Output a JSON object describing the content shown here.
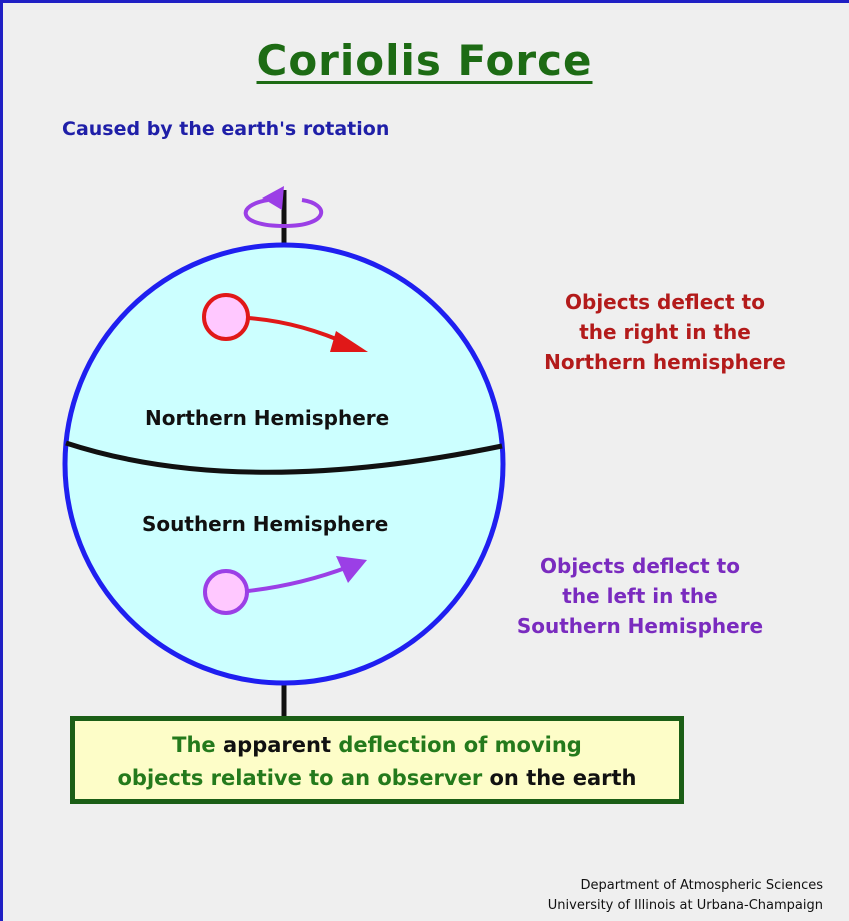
{
  "title": "Coriolis Force",
  "subtitle": "Caused by the earth's rotation",
  "hemispheres": {
    "north": "Northern Hemisphere",
    "south": "Southern Hemisphere"
  },
  "notes": {
    "north": [
      "Objects deflect to",
      "the right in the",
      "Northern hemisphere"
    ],
    "south": [
      "Objects deflect to",
      "the left in the",
      "Southern Hemisphere"
    ]
  },
  "definition": {
    "line1": [
      "The ",
      "apparent ",
      "deflection of moving"
    ],
    "line2": [
      "objects relative to an observer ",
      "on the earth"
    ]
  },
  "credit": {
    "line1": "Department of Atmospheric Sciences",
    "line2": "University of Illinois at Urbana-Champaign"
  },
  "icons": [
    "rotation-arrow-icon",
    "right-deflection-arrow-icon",
    "left-deflection-arrow-icon"
  ],
  "colors": {
    "title": "#1d6b14",
    "subtitle": "#1f1fa8",
    "globe_fill": "#ccffff",
    "globe_outline": "#1f1ff0",
    "north_note": "#b31b1b",
    "south_note": "#7a2bbf",
    "north_object": "#e01818",
    "south_object": "#9b3fe6",
    "object_fill": "#ffc8ff",
    "box_fill": "#fdfdc8",
    "box_border": "#1b5e16"
  }
}
